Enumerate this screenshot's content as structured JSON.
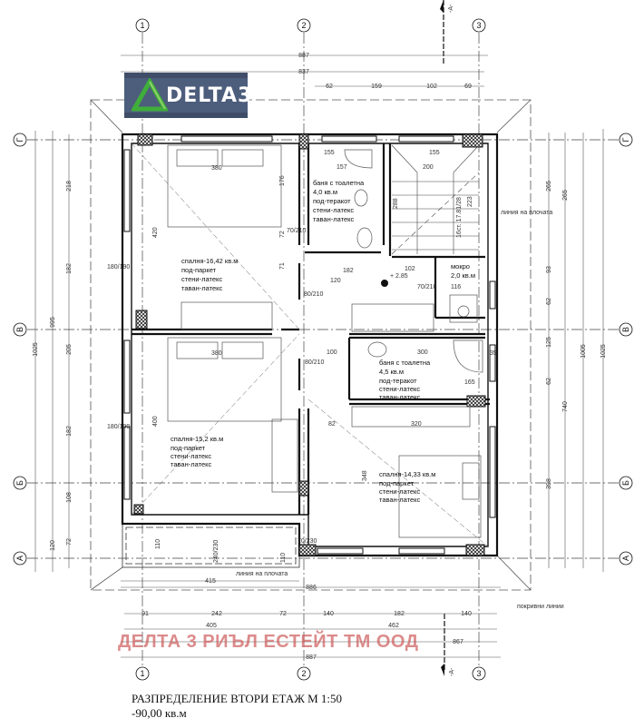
{
  "logo": {
    "text": "DELTA3",
    "colors": {
      "background": "#4d5d7c",
      "triangle": "#3fae3a"
    }
  },
  "watermark": "ДЕЛТА 3 РИЪЛ ЕСТЕЙТ ТМ ООД",
  "title": {
    "line1": "РАЗПРЕДЕЛЕНИЕ  ВТОРИ  ЕТАЖ М 1:50",
    "line2": "-90,00  кв.м"
  },
  "section_marker": "-A-",
  "axes": {
    "vertical": [
      "1",
      "2",
      "3"
    ],
    "horizontal": [
      "Г",
      "В",
      "Б",
      "А"
    ]
  },
  "rooms": [
    {
      "name": "баня с тоалетна",
      "area": "4,0 кв.м",
      "floor": "под-теракот",
      "walls": "стени-латекс",
      "ceiling": "таван-латекс"
    },
    {
      "name": "спалня-16,42 кв.м",
      "floor": "под-паркет",
      "walls": "стени-латекс",
      "ceiling": "таван-латекс"
    },
    {
      "name": "мокро",
      "area": "2,0 кв.м"
    },
    {
      "name": "баня с тоалетна",
      "area": "4,5 кв.м",
      "floor": "под-теракот",
      "walls": "стени-латекс",
      "ceiling": "таван-латекс"
    },
    {
      "name": "спалня-15,2 кв.м",
      "floor": "под-паркет",
      "walls": "стени-латекс",
      "ceiling": "таван-латекс"
    },
    {
      "name": "спалня-14,33 кв.м",
      "floor": "под-паркет",
      "walls": "стени-латекс",
      "ceiling": "таван-латекс"
    }
  ],
  "notes": {
    "slab_line_right": "линия на плочата",
    "slab_line_bottom": "линия на плочата",
    "roof_lines": "покривни линии",
    "level": "+ 2.85",
    "stairs": "16ст. 17.81/28"
  },
  "dims_top": [
    "887",
    "837",
    "62",
    "159",
    "102",
    "69"
  ],
  "dims_bottom": [
    "415",
    "886",
    "91",
    "242",
    "72",
    "140",
    "182",
    "140",
    "405",
    "462",
    "867",
    "887"
  ],
  "dims_left": [
    "1025",
    "995",
    "218",
    "182",
    "205",
    "182",
    "108",
    "72",
    "120"
  ],
  "dims_right": [
    "265",
    "93",
    "62",
    "125",
    "62",
    "398",
    "265",
    "740",
    "1005",
    "1025"
  ],
  "dims_inner": [
    "380",
    "420",
    "155",
    "157",
    "200",
    "155",
    "176",
    "72",
    "71",
    "182",
    "120",
    "102",
    "116",
    "380",
    "400",
    "100",
    "300",
    "320",
    "348",
    "82",
    "35",
    "165",
    "70/210",
    "80/210",
    "70/210",
    "80/210",
    "70/230",
    "240/230",
    "180/190",
    "180/190",
    "110",
    "110",
    "288",
    "223"
  ]
}
